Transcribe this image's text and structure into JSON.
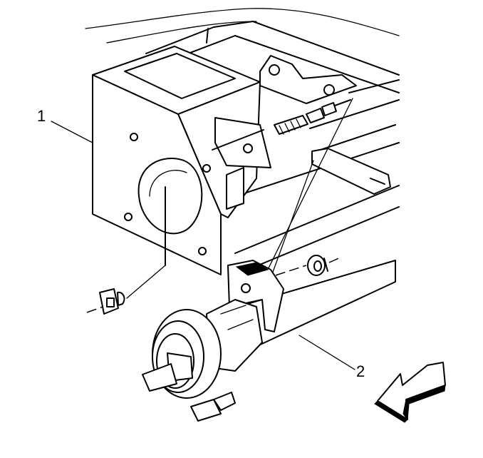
{
  "callouts": [
    {
      "id": "1",
      "text": "1"
    },
    {
      "id": "2",
      "text": "2"
    }
  ],
  "colors": {
    "line": "#000000",
    "background": "#ffffff"
  },
  "icons": [
    "direction-arrow-icon"
  ]
}
